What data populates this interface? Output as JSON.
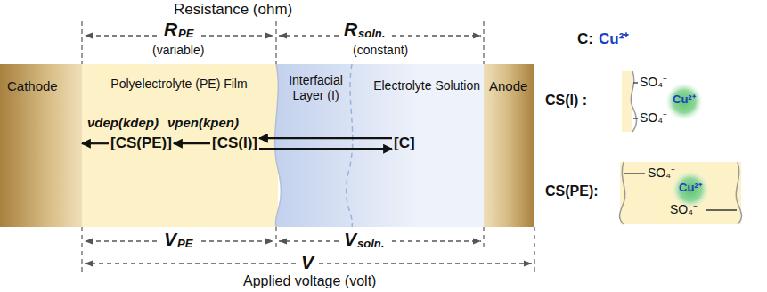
{
  "diagram": {
    "nodes": [
      {
        "text": [
          "Cathode"
        ]
      },
      {
        "text": [
          "Polyelectrolyte (PE) Film"
        ]
      },
      {
        "text": [
          "Interfacial Layer (I)"
        ]
      },
      {
        "text": [
          "Electrolyte Solution"
        ]
      },
      {
        "text": [
          "Anode"
        ]
      },
      {
        "text": [
          "[CS(PE)]"
        ],
        "in": 1
      },
      {
        "text": [
          "[CS(I)]"
        ],
        "in": 1
      },
      {
        "text": [
          "[C]"
        ],
        "in": 3
      }
    ],
    "edges": [
      {
        "from": 5,
        "to": 0,
        "arrow": "to",
        "label": "νdep(kdep)"
      },
      {
        "from": 6,
        "to": 5,
        "arrow": "to",
        "label": "νpen(kpen)"
      },
      {
        "from": 7,
        "to": 6,
        "arrow": "to"
      },
      {
        "from": 6,
        "to": 7,
        "arrow": "to"
      }
    ],
    "labels": [
      "Resistance (ohm)",
      "R",
      "PE",
      "(variable)",
      "R",
      "soln.",
      "(constant)",
      "V",
      "PE",
      "V",
      "soln.",
      "V",
      "Applied voltage (volt)",
      "C:",
      "Cu²⁺",
      "CS(I) :",
      "SO₄⁻",
      "SO₄⁻",
      "Cu²⁺",
      "CS(PE):",
      "SO₄⁻",
      "Cu²⁺",
      "SO₄⁻"
    ]
  }
}
